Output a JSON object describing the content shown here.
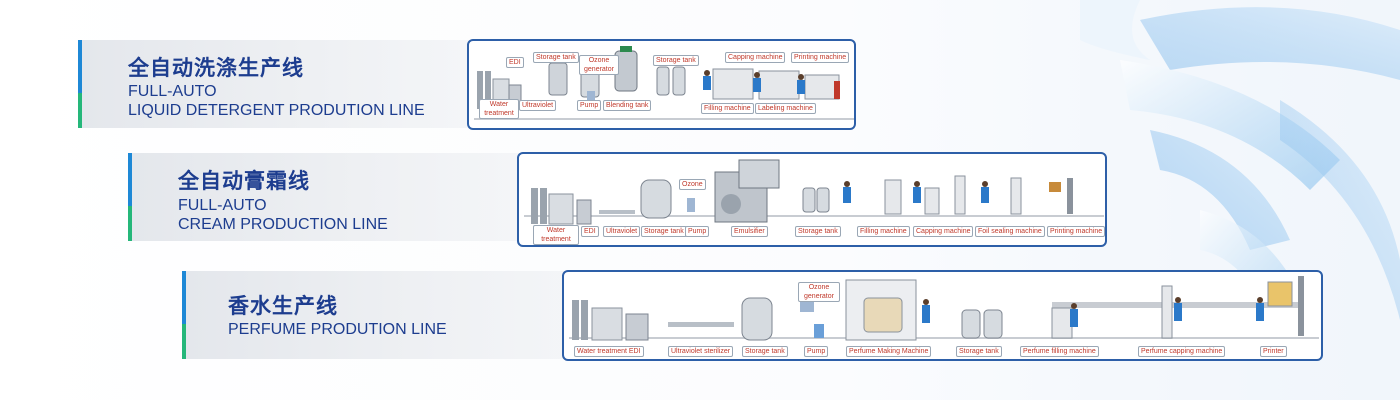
{
  "lines": [
    {
      "title_cn": "全自动洗涤生产线",
      "title_en": [
        "FULL-AUTO",
        "LIQUID DETERGENT PRODUTION LINE"
      ],
      "labels": {
        "edi": "EDI",
        "storage_tank_1": "Storage tank",
        "ozone": "Ozone generator",
        "storage_tank_2": "Storage tank",
        "capping": "Capping machine",
        "printing": "Printing machine",
        "water": "Water treatment",
        "uv": "Ultraviolet",
        "pump": "Pump",
        "blending": "Blending tank",
        "filling": "Filling machine",
        "labeling": "Labeling machine"
      }
    },
    {
      "title_cn": "全自动膏霜线",
      "title_en": [
        "FULL-AUTO",
        "CREAM PRODUCTION LINE"
      ],
      "labels": {
        "ozone": "Ozone",
        "water": "Water treatment",
        "edi": "EDI",
        "uv": "Ultraviolet",
        "storage_1": "Storage tank",
        "pump": "Pump",
        "emulsifier": "Emulsifier",
        "storage_2": "Storage tank",
        "filling": "Filling machine",
        "capping": "Capping machine",
        "foil": "Foil sealing machine",
        "printing": "Printing machine"
      }
    },
    {
      "title_cn": "香水生产线",
      "title_en": [
        "PERFUME PRODUTION LINE"
      ],
      "labels": {
        "ozone": "Ozone generator",
        "water": "Water treatment EDI",
        "uv": "Ultraviolet sterilizer",
        "storage_1": "Storage tank",
        "pump": "Pump",
        "making": "Perfume Making Machine",
        "storage_2": "Storage tank",
        "filling": "Perfume filling machine",
        "capping": "Perfume capping machine",
        "printer": "Printer"
      }
    }
  ],
  "colors": {
    "title": "#1d3d8f",
    "accent_blue": "#1e88d6",
    "accent_green": "#25b77a",
    "panel_border": "#2d5fa8",
    "label_text": "#c0392b"
  }
}
